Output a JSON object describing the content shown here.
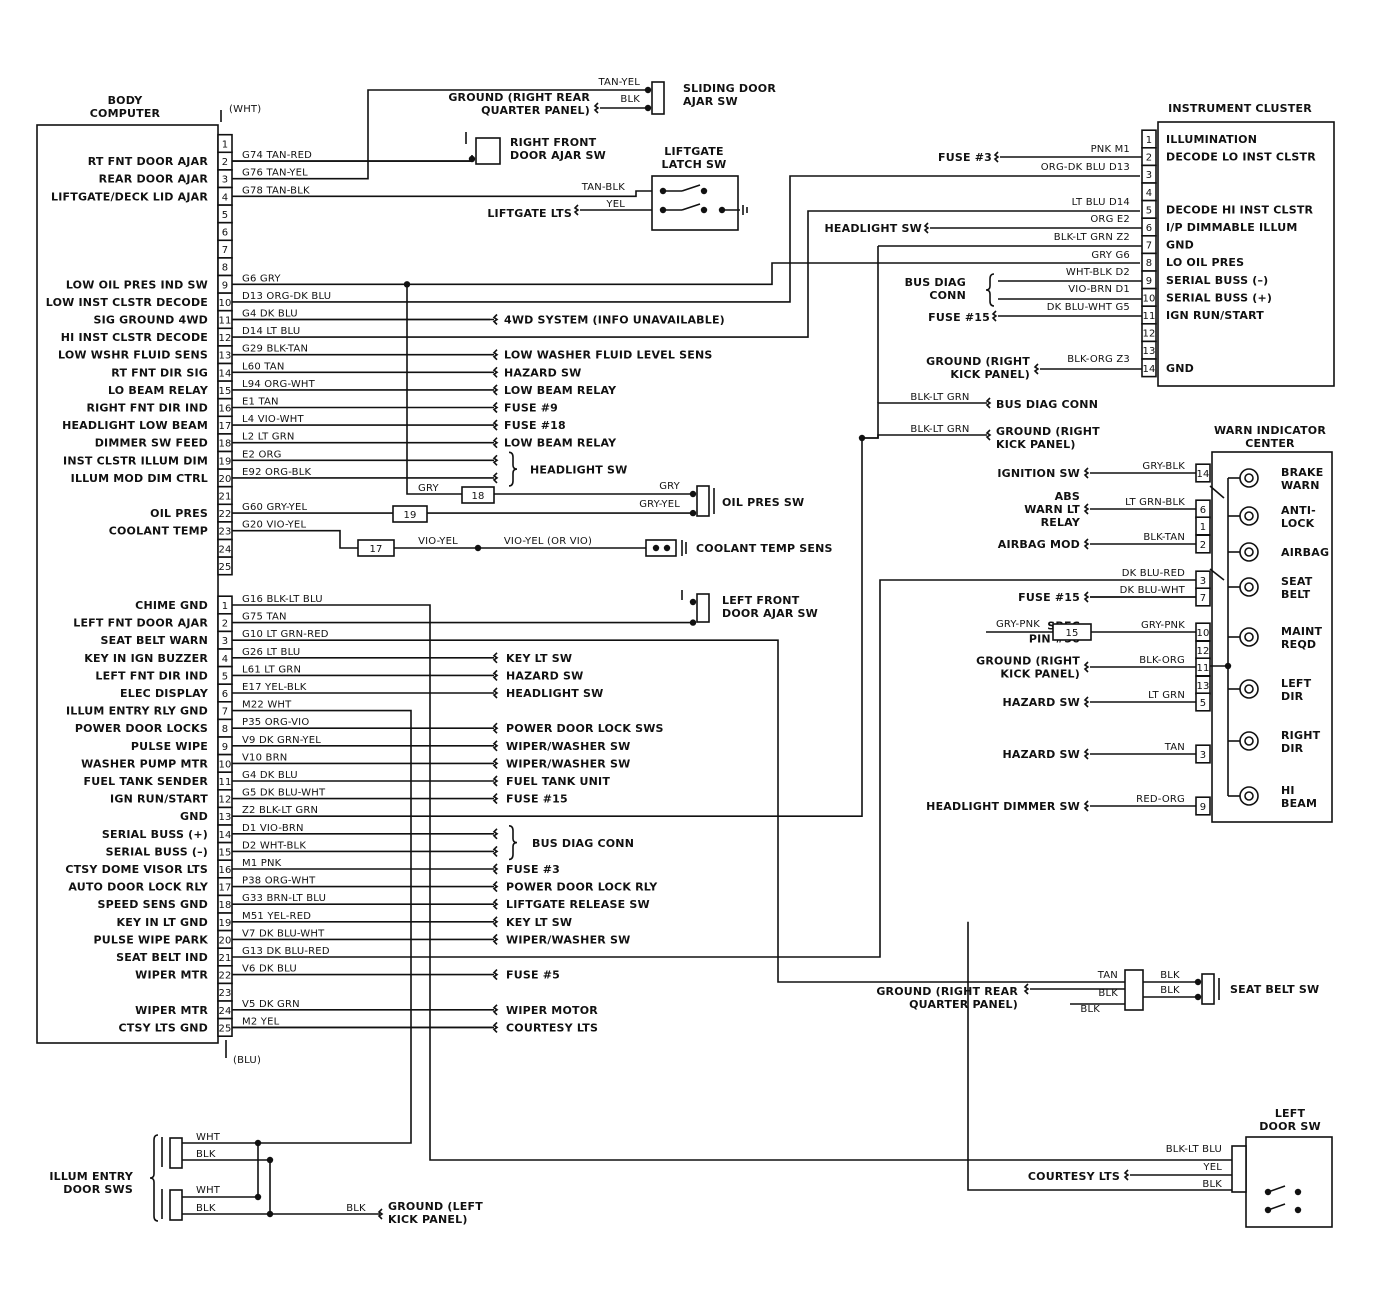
{
  "body_computer": {
    "title": [
      "BODY",
      "COMPUTER"
    ],
    "top_conn": "(WHT)",
    "bottom_conn": "(BLU)",
    "wht": [
      {
        "label": "",
        "wire": ""
      },
      {
        "label": "RT FNT DOOR AJAR",
        "wire": "G74 TAN-RED"
      },
      {
        "label": "REAR DOOR AJAR",
        "wire": "G76 TAN-YEL"
      },
      {
        "label": "LIFTGATE/DECK LID AJAR",
        "wire": "G78 TAN-BLK"
      },
      {
        "label": "",
        "wire": ""
      },
      {
        "label": "",
        "wire": ""
      },
      {
        "label": "",
        "wire": ""
      },
      {
        "label": "",
        "wire": ""
      },
      {
        "label": "LOW OIL PRES IND SW",
        "wire": "G6 GRY"
      },
      {
        "label": "LOW INST CLSTR DECODE",
        "wire": "D13 ORG-DK BLU"
      },
      {
        "label": "SIG GROUND 4WD",
        "wire": "G4 DK BLU"
      },
      {
        "label": "HI INST CLSTR DECODE",
        "wire": "D14 LT BLU"
      },
      {
        "label": "LOW WSHR FLUID SENS",
        "wire": "G29 BLK-TAN"
      },
      {
        "label": "RT FNT DIR SIG",
        "wire": "L60 TAN"
      },
      {
        "label": "LO BEAM RELAY",
        "wire": "L94 ORG-WHT"
      },
      {
        "label": "RIGHT FNT DIR IND",
        "wire": "E1 TAN"
      },
      {
        "label": "HEADLIGHT LOW BEAM",
        "wire": "L4 VIO-WHT"
      },
      {
        "label": "DIMMER SW FEED",
        "wire": "L2 LT GRN"
      },
      {
        "label": "INST CLSTR ILLUM DIM",
        "wire": "E2 ORG"
      },
      {
        "label": "ILLUM MOD DIM CTRL",
        "wire": "E92 ORG-BLK"
      },
      {
        "label": "",
        "wire": ""
      },
      {
        "label": "OIL PRES",
        "wire": "G60 GRY-YEL"
      },
      {
        "label": "COOLANT TEMP",
        "wire": "G20 VIO-YEL"
      },
      {
        "label": "",
        "wire": ""
      },
      {
        "label": "",
        "wire": ""
      }
    ],
    "blu": [
      {
        "label": "CHIME GND",
        "wire": "G16 BLK-LT BLU"
      },
      {
        "label": "LEFT FNT DOOR AJAR",
        "wire": "G75 TAN"
      },
      {
        "label": "SEAT BELT WARN",
        "wire": "G10 LT GRN-RED"
      },
      {
        "label": "KEY IN IGN BUZZER",
        "wire": "G26 LT BLU"
      },
      {
        "label": "LEFT FNT DIR IND",
        "wire": "L61 LT GRN"
      },
      {
        "label": "ELEC DISPLAY",
        "wire": "E17 YEL-BLK"
      },
      {
        "label": "ILLUM ENTRY RLY GND",
        "wire": "M22 WHT"
      },
      {
        "label": "POWER DOOR LOCKS",
        "wire": "P35 ORG-VIO"
      },
      {
        "label": "PULSE WIPE",
        "wire": "V9 DK GRN-YEL"
      },
      {
        "label": "WASHER PUMP MTR",
        "wire": "V10 BRN"
      },
      {
        "label": "FUEL TANK SENDER",
        "wire": "G4 DK BLU"
      },
      {
        "label": "IGN RUN/START",
        "wire": "G5 DK BLU-WHT"
      },
      {
        "label": "GND",
        "wire": "Z2 BLK-LT GRN"
      },
      {
        "label": "SERIAL BUSS (+)",
        "wire": "D1 VIO-BRN"
      },
      {
        "label": "SERIAL BUSS (–)",
        "wire": "D2 WHT-BLK"
      },
      {
        "label": "CTSY DOME VISOR LTS",
        "wire": "M1 PNK"
      },
      {
        "label": "AUTO DOOR LOCK RLY",
        "wire": "P38 ORG-WHT"
      },
      {
        "label": "SPEED SENS GND",
        "wire": "G33 BRN-LT BLU"
      },
      {
        "label": "KEY IN LT GND",
        "wire": "M51 YEL-RED"
      },
      {
        "label": "PULSE WIPE PARK",
        "wire": "V7 DK BLU-WHT"
      },
      {
        "label": "SEAT BELT IND",
        "wire": "G13 DK BLU-RED"
      },
      {
        "label": "WIPER MTR",
        "wire": "V6 DK BLU"
      },
      {
        "label": "",
        "wire": ""
      },
      {
        "label": "WIPER MTR",
        "wire": "V5 DK GRN"
      },
      {
        "label": "CTSY LTS GND",
        "wire": "M2 YEL"
      }
    ]
  },
  "destinations": {
    "wht": {
      "11": "4WD SYSTEM (INFO UNAVAILABLE)",
      "13": "LOW WASHER FLUID LEVEL SENS",
      "14": "HAZARD SW",
      "15": "LOW BEAM RELAY",
      "16": "FUSE #9",
      "17": "FUSE #18",
      "18": "LOW BEAM RELAY"
    },
    "headlight_sw": "HEADLIGHT SW",
    "blu": {
      "4": "KEY LT SW",
      "5": "HAZARD SW",
      "6": "HEADLIGHT SW",
      "8": "POWER DOOR LOCK SWS",
      "9": "WIPER/WASHER SW",
      "10": "WIPER/WASHER SW",
      "11": "FUEL TANK UNIT",
      "12": "FUSE #15",
      "16": "FUSE #3",
      "17": "POWER DOOR LOCK RLY",
      "18": "LIFTGATE RELEASE SW",
      "19": "KEY LT SW",
      "20": "WIPER/WASHER SW",
      "22": "FUSE #5",
      "24": "WIPER MOTOR",
      "25": "COURTESY LTS"
    },
    "bus_diag_conn": "BUS DIAG CONN"
  },
  "top_components": {
    "sliding_door": [
      "SLIDING DOOR",
      "AJAR SW"
    ],
    "sliding_wire": "TAN-YEL",
    "sliding_gnd_wire": "BLK",
    "sliding_gnd": [
      "GROUND (RIGHT REAR",
      "QUARTER PANEL)"
    ],
    "right_front": [
      "RIGHT FRONT",
      "DOOR AJAR SW"
    ],
    "liftgate": [
      "LIFTGATE",
      "LATCH SW"
    ],
    "liftgate_wire1": "TAN-BLK",
    "liftgate_wire2": "YEL",
    "liftgate_lts": "LIFTGATE LTS"
  },
  "oil_coolant": {
    "s18": "18",
    "s19": "19",
    "s17": "17",
    "gry_top": "GRY",
    "gry_left": "GRY",
    "gry_yel": "GRY-YEL",
    "oil_sw": "OIL PRES SW",
    "vio_yel": "VIO-YEL",
    "vio_yel2": "VIO-YEL (OR VIO)",
    "coolant": "COOLANT TEMP SENS",
    "left_front": [
      "LEFT FRONT",
      "DOOR AJAR SW"
    ]
  },
  "instrument_cluster": {
    "title": "INSTRUMENT CLUSTER",
    "pins": [
      {
        "name": "ILLUMINATION",
        "wire": "PNK M1"
      },
      {
        "name": "DECODE LO INST CLSTR",
        "wire": "ORG-DK BLU D13"
      },
      {
        "name": "",
        "wire": ""
      },
      {
        "name": "",
        "wire": "LT BLU D14"
      },
      {
        "name": "DECODE HI INST CLSTR",
        "wire": "ORG E2"
      },
      {
        "name": "I/P DIMMABLE ILLUM",
        "wire": "BLK-LT GRN Z2"
      },
      {
        "name": "GND",
        "wire": "GRY G6"
      },
      {
        "name": "LO OIL PRES",
        "wire": ""
      },
      {
        "name": "SERIAL BUSS (–)",
        "wire": "WHT-BLK D2"
      },
      {
        "name": "SERIAL BUSS (+)",
        "wire": "VIO-BRN D1"
      },
      {
        "name": "IGN RUN/START",
        "wire": "DK BLU-WHT G5"
      },
      {
        "name": "",
        "wire": ""
      },
      {
        "name": "",
        "wire": ""
      },
      {
        "name": "GND",
        "wire": "BLK-ORG Z3"
      }
    ],
    "fuse3": "FUSE #3",
    "headlight_sw": "HEADLIGHT SW",
    "bus_diag": [
      "BUS DIAG",
      "CONN"
    ],
    "fuse15": "FUSE #15",
    "ground": [
      "GROUND (RIGHT",
      "KICK PANEL)"
    ],
    "splice_wire1": "BLK-LT GRN",
    "splice_wire2": "BLK-LT GRN",
    "splice_dest1": "BUS DIAG CONN",
    "splice_dest2": [
      "GROUND (RIGHT",
      "KICK PANEL)"
    ]
  },
  "warn_center": {
    "title": [
      "WARN INDICATOR",
      "CENTER"
    ],
    "rows": [
      {
        "pin": "14",
        "wire": "GRY-BLK",
        "label": [
          "IGNITION SW"
        ]
      },
      {
        "pin": "6",
        "wire": "LT GRN-BLK",
        "label": [
          "ABS",
          "WARN LT",
          "RELAY"
        ]
      },
      {
        "pin": "1",
        "wire": "",
        "label": []
      },
      {
        "pin": "2",
        "wire": "BLK-TAN",
        "label": [
          "AIRBAG MOD"
        ]
      },
      {
        "pin": "3",
        "wire": "DK BLU-RED",
        "label": []
      },
      {
        "pin": "7",
        "wire": "DK BLU-WHT",
        "label": [
          "FUSE #15"
        ]
      },
      {
        "pin": "10",
        "wire": "GRY-PNK",
        "label": [
          "SBEC",
          "PIN #56"
        ]
      },
      {
        "pin": "12",
        "wire": "",
        "label": []
      },
      {
        "pin": "11",
        "wire": "BLK-ORG",
        "label": [
          "GROUND (RIGHT",
          "KICK PANEL)"
        ]
      },
      {
        "pin": "13",
        "wire": "",
        "label": []
      },
      {
        "pin": "5",
        "wire": "LT GRN",
        "label": [
          "HAZARD SW"
        ]
      },
      {
        "pin": "3",
        "wire": "TAN",
        "label": [
          "HAZARD SW"
        ]
      },
      {
        "pin": "9",
        "wire": "RED-ORG",
        "label": [
          "HEADLIGHT DIMMER SW"
        ]
      }
    ],
    "sbec_wire": "GRY-PNK",
    "splice15": "15",
    "lamps": [
      [
        "BRAKE",
        "WARN"
      ],
      [
        "ANTI-",
        "LOCK"
      ],
      [
        "AIRBAG"
      ],
      [
        "SEAT",
        "BELT"
      ],
      [
        "MAINT",
        "REQD"
      ],
      [
        "LEFT",
        "DIR"
      ],
      [
        "RIGHT",
        "DIR"
      ],
      [
        "HI",
        "BEAM"
      ]
    ]
  },
  "seat_belt": {
    "sw": "SEAT BELT SW",
    "w_tan": "TAN",
    "w_blk1": "BLK",
    "w_blk2": "BLK",
    "w_blk3": "BLK",
    "w_blk4": "BLK",
    "ground": [
      "GROUND (RIGHT REAR",
      "QUARTER PANEL)"
    ]
  },
  "illum_entry": {
    "label": [
      "ILLUM ENTRY",
      "DOOR SWS"
    ],
    "wht1": "WHT",
    "blk1": "BLK",
    "wht2": "WHT",
    "blk2": "BLK",
    "gnd_wire": "BLK",
    "ground": [
      "GROUND (LEFT",
      "KICK PANEL)"
    ]
  },
  "left_door": {
    "title": [
      "LEFT",
      "DOOR SW"
    ],
    "w1": "BLK-LT BLU",
    "w2": "YEL",
    "w3": "BLK",
    "courtesy": "COURTESY LTS"
  }
}
